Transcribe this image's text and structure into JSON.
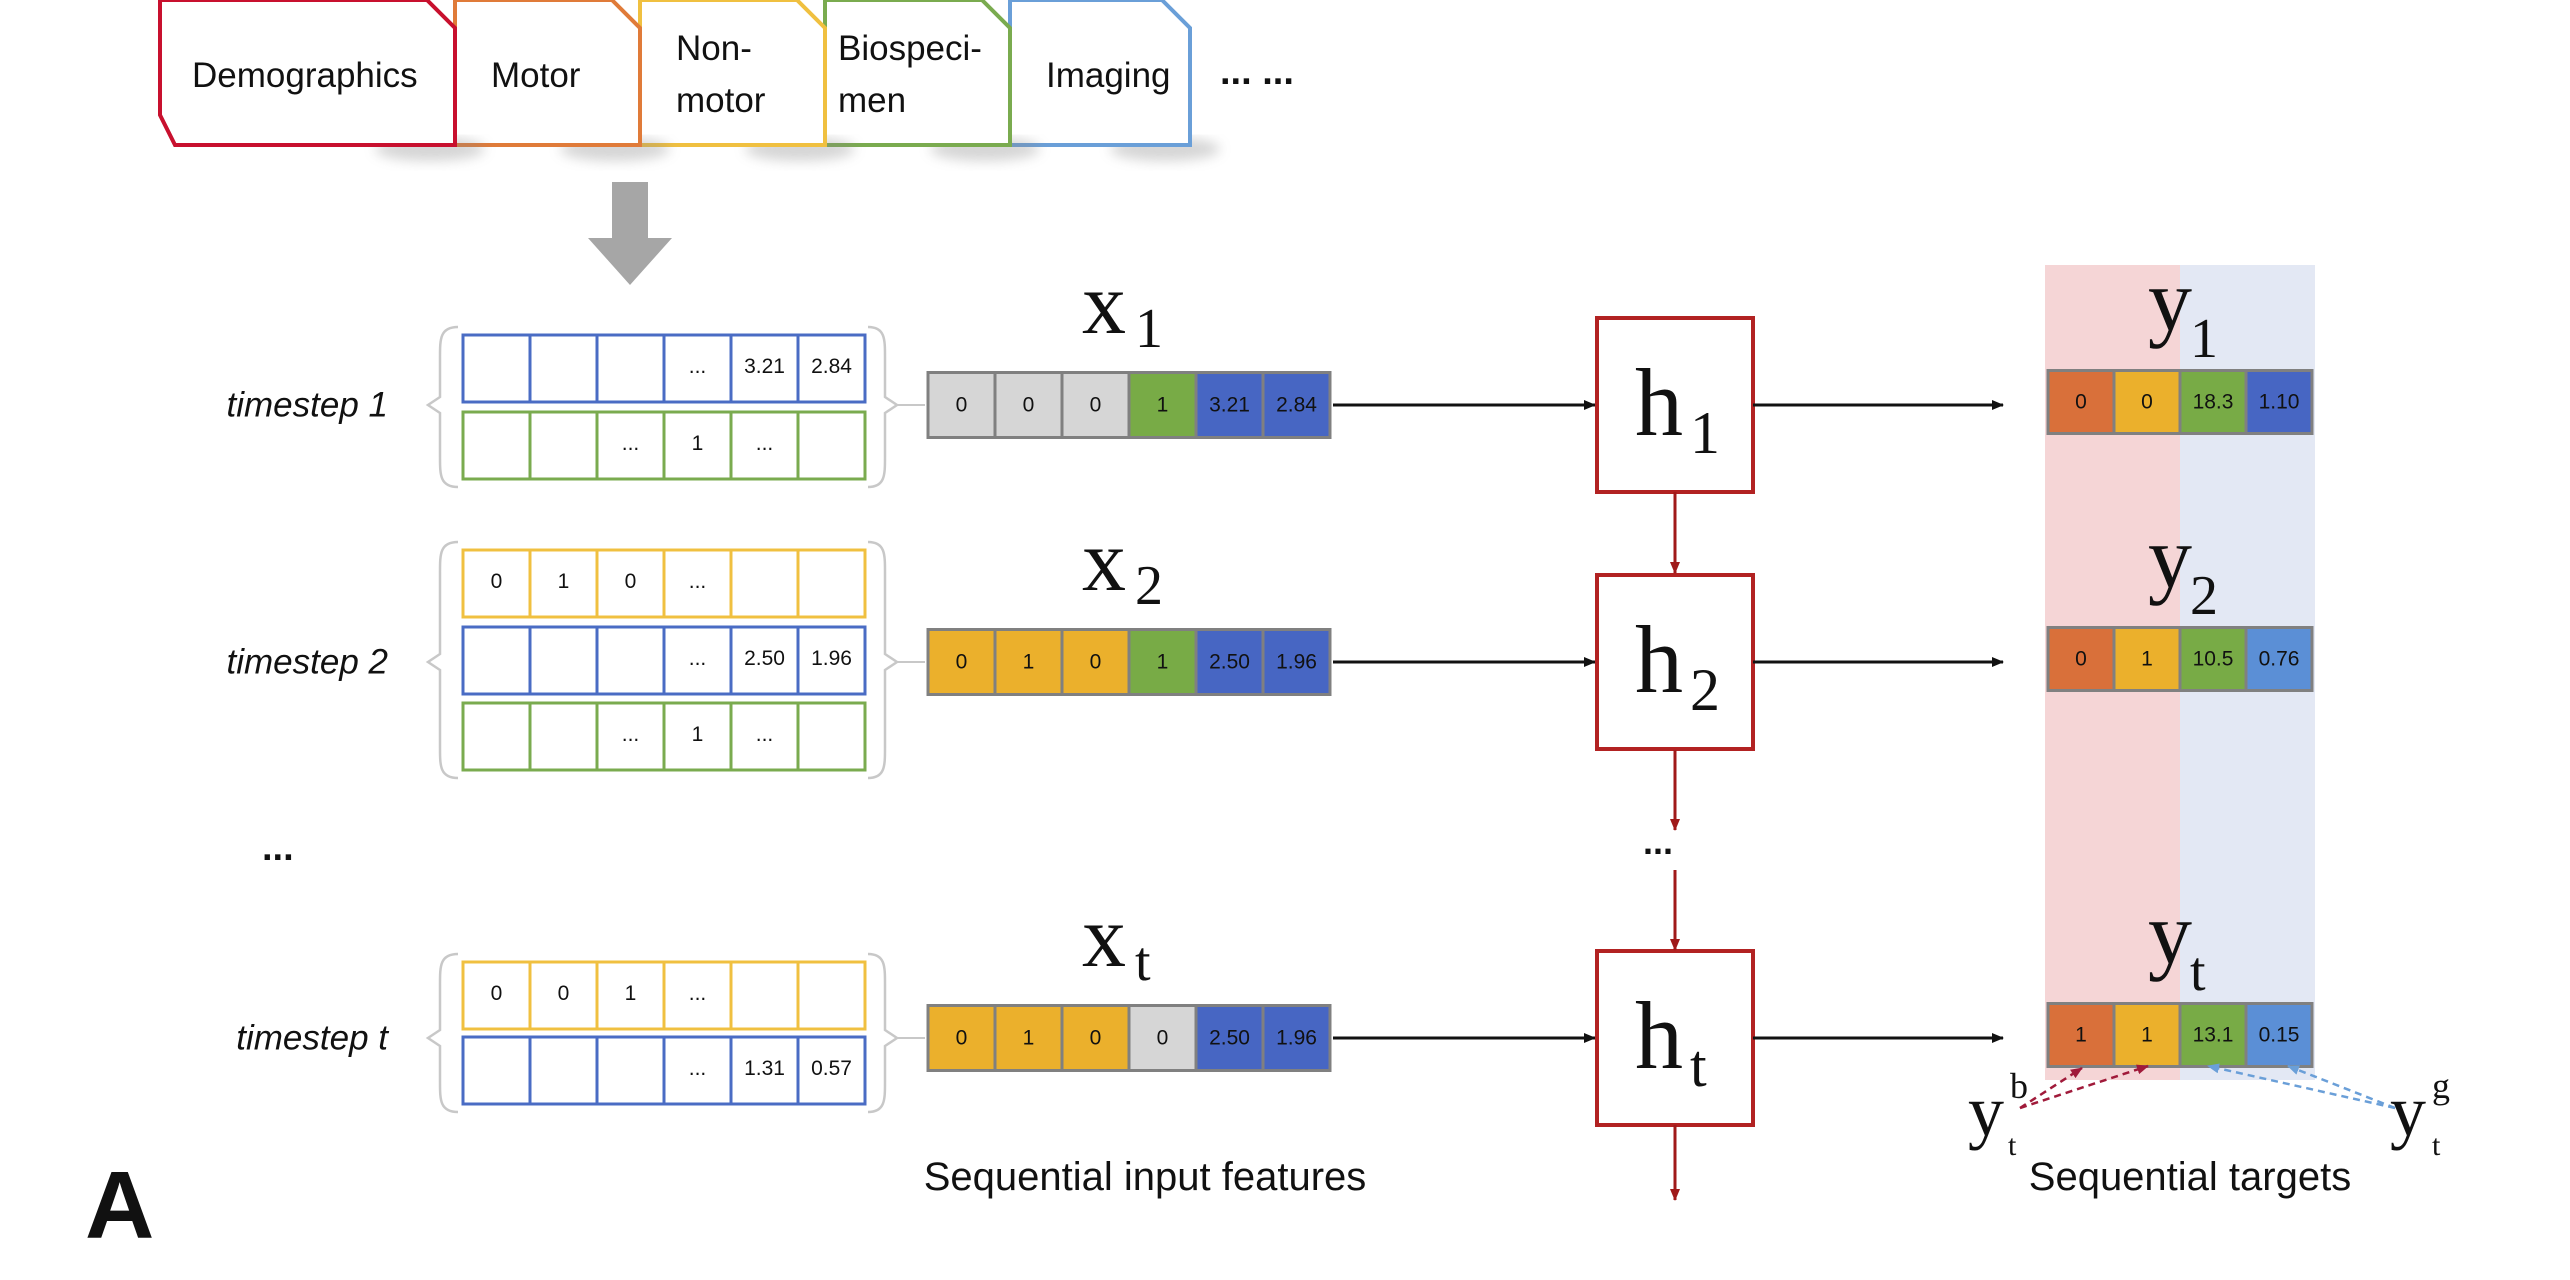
{
  "tabs": [
    {
      "lines": [
        "Demographics"
      ],
      "color": "#c8102e"
    },
    {
      "lines": [
        "Motor"
      ],
      "color": "#e07b39"
    },
    {
      "lines": [
        "Non-",
        "motor"
      ],
      "color": "#f0c040"
    },
    {
      "lines": [
        "Biospeci-",
        "men"
      ],
      "color": "#7aab4f"
    },
    {
      "lines": [
        "Imaging"
      ],
      "color": "#6a9fd8"
    }
  ],
  "tabs_ellipsis": "... ...",
  "timesteps": [
    {
      "label": "timestep 1",
      "rows": [
        {
          "color": "#4a6cc4",
          "cells": [
            "",
            "",
            "",
            "...",
            "3.21",
            "2.84"
          ]
        },
        {
          "color": "#7aab4f",
          "cells": [
            "",
            "",
            "...",
            "1",
            "...",
            ""
          ]
        }
      ],
      "x_var": "x",
      "x_sub": "1",
      "x_cells": [
        {
          "v": "0",
          "c": "#d6d6d6"
        },
        {
          "v": "0",
          "c": "#d6d6d6"
        },
        {
          "v": "0",
          "c": "#d6d6d6"
        },
        {
          "v": "1",
          "c": "#78ab46"
        },
        {
          "v": "3.21",
          "c": "#4766c3"
        },
        {
          "v": "2.84",
          "c": "#4766c3"
        }
      ],
      "h_var": "h",
      "h_sub": "1",
      "y_var": "y",
      "y_sub": "1",
      "y_cells": [
        {
          "v": "0",
          "c": "#d9703a"
        },
        {
          "v": "0",
          "c": "#ebb02c"
        },
        {
          "v": "18.3",
          "c": "#78ab46"
        },
        {
          "v": "1.10",
          "c": "#4766c3"
        }
      ]
    },
    {
      "label": "timestep 2",
      "rows": [
        {
          "color": "#f0c040",
          "cells": [
            "0",
            "1",
            "0",
            "...",
            "",
            ""
          ]
        },
        {
          "color": "#4a6cc4",
          "cells": [
            "",
            "",
            "",
            "...",
            "2.50",
            "1.96"
          ]
        },
        {
          "color": "#7aab4f",
          "cells": [
            "",
            "",
            "...",
            "1",
            "...",
            ""
          ]
        }
      ],
      "x_var": "x",
      "x_sub": "2",
      "x_cells": [
        {
          "v": "0",
          "c": "#ebb02c"
        },
        {
          "v": "1",
          "c": "#ebb02c"
        },
        {
          "v": "0",
          "c": "#ebb02c"
        },
        {
          "v": "1",
          "c": "#78ab46"
        },
        {
          "v": "2.50",
          "c": "#4766c3"
        },
        {
          "v": "1.96",
          "c": "#4766c3"
        }
      ],
      "h_var": "h",
      "h_sub": "2",
      "y_var": "y",
      "y_sub": "2",
      "y_cells": [
        {
          "v": "0",
          "c": "#d9703a"
        },
        {
          "v": "1",
          "c": "#ebb02c"
        },
        {
          "v": "10.5",
          "c": "#78ab46"
        },
        {
          "v": "0.76",
          "c": "#5b8fd6"
        }
      ]
    },
    {
      "label": "timestep t",
      "rows": [
        {
          "color": "#f0c040",
          "cells": [
            "0",
            "0",
            "1",
            "...",
            "",
            ""
          ]
        },
        {
          "color": "#4a6cc4",
          "cells": [
            "",
            "",
            "",
            "...",
            "1.31",
            "0.57"
          ]
        }
      ],
      "x_var": "x",
      "x_sub": "t",
      "x_cells": [
        {
          "v": "0",
          "c": "#ebb02c"
        },
        {
          "v": "1",
          "c": "#ebb02c"
        },
        {
          "v": "0",
          "c": "#ebb02c"
        },
        {
          "v": "0",
          "c": "#d6d6d6"
        },
        {
          "v": "2.50",
          "c": "#4766c3"
        },
        {
          "v": "1.96",
          "c": "#4766c3"
        }
      ],
      "h_var": "h",
      "h_sub": "t",
      "y_var": "y",
      "y_sub": "t",
      "y_cells": [
        {
          "v": "1",
          "c": "#d9703a"
        },
        {
          "v": "1",
          "c": "#ebb02c"
        },
        {
          "v": "13.1",
          "c": "#78ab46"
        },
        {
          "v": "0.15",
          "c": "#5b8fd6"
        }
      ]
    }
  ],
  "row_ellipsis": "...",
  "chain_ellipsis": "...",
  "yb": {
    "var": "y",
    "sup": "b",
    "sub": "t"
  },
  "yg": {
    "var": "y",
    "sup": "g",
    "sub": "t"
  },
  "caption_inputs": "Sequential input features",
  "caption_targets": "Sequential targets",
  "panel_label": "A",
  "colors": {
    "arrow_black": "#111111",
    "arrow_red": "#a01a1a",
    "h_border": "#b22222",
    "band_red": "#f5d5d6",
    "band_blue": "#e3e8f4",
    "down_arrow": "#a6a6a6",
    "bracket": "#c8c8c8",
    "cell_border": "#808080",
    "yb_dash": "#a01a3a",
    "yg_dash": "#6a9fd8"
  }
}
